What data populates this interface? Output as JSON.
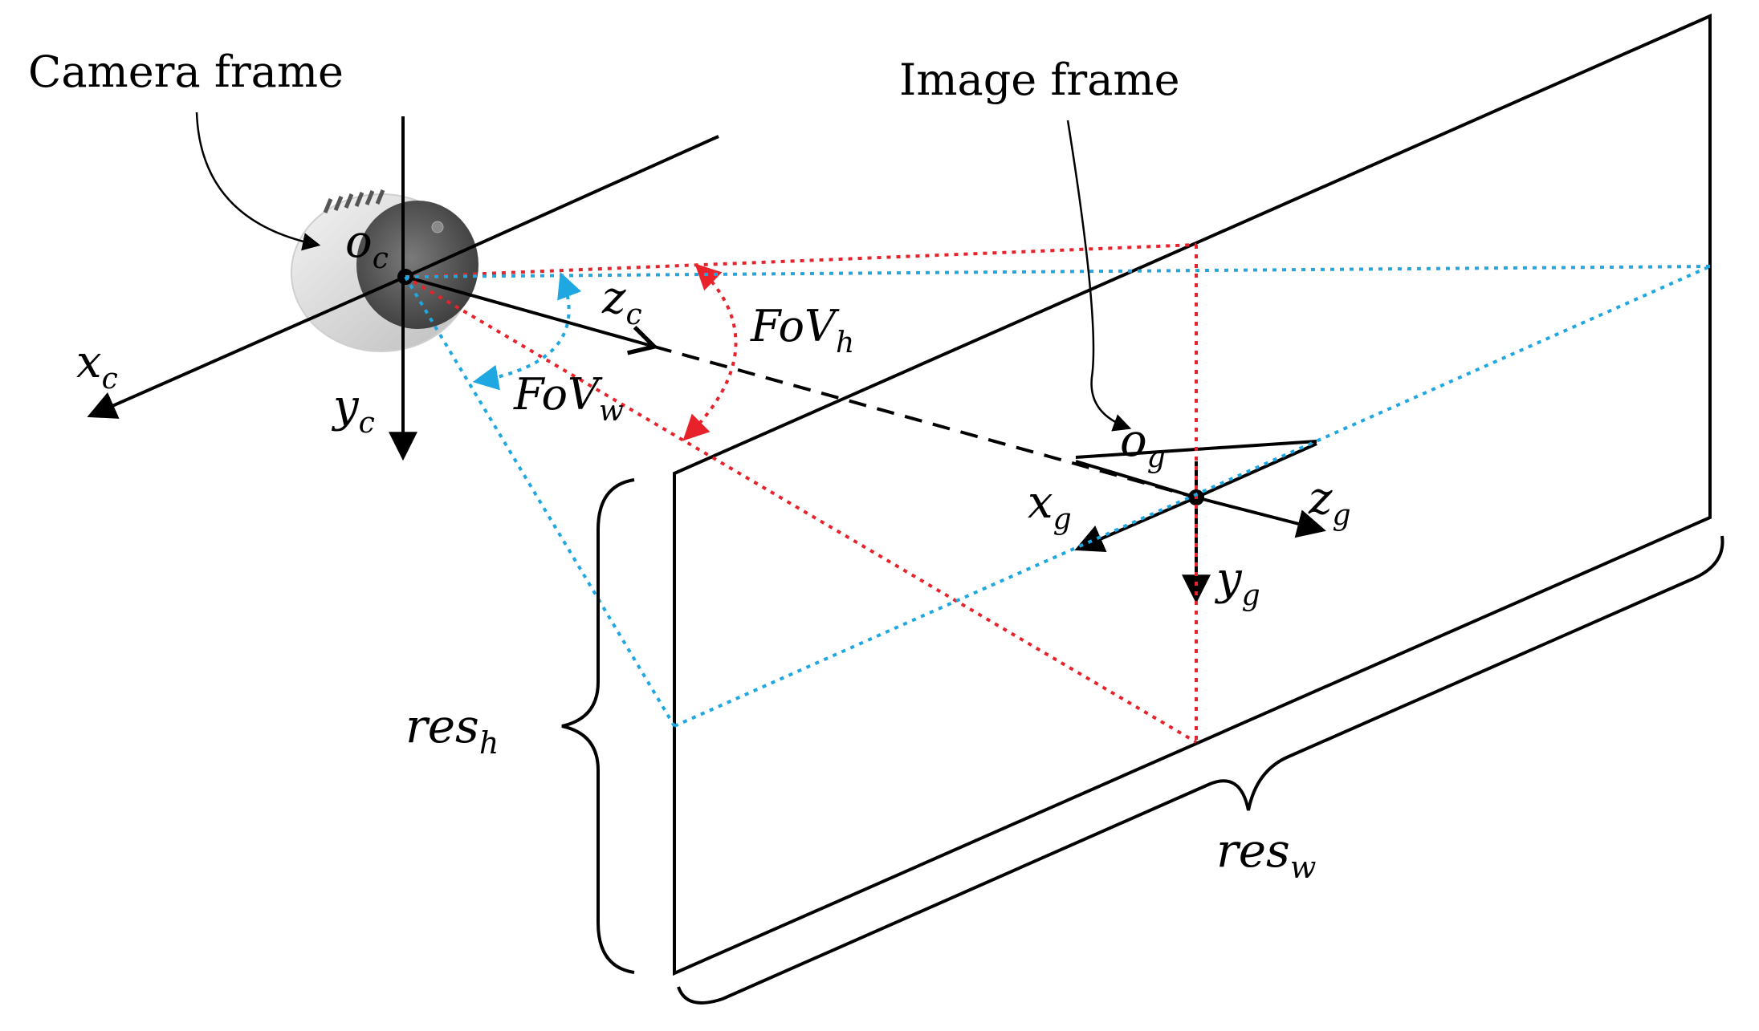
{
  "labels": {
    "camera_frame": "Camera frame",
    "image_frame": "Image frame"
  },
  "math": {
    "o_c": {
      "base": "o",
      "sub": "c"
    },
    "x_c": {
      "base": "x",
      "sub": "c"
    },
    "y_c": {
      "base": "y",
      "sub": "c"
    },
    "z_c": {
      "base": "z",
      "sub": "c"
    },
    "fov_h": {
      "base": "FoV",
      "sub": "h"
    },
    "fov_w": {
      "base": "FoV",
      "sub": "w"
    },
    "o_g": {
      "base": "o",
      "sub": "g"
    },
    "x_g": {
      "base": "x",
      "sub": "g"
    },
    "y_g": {
      "base": "y",
      "sub": "g"
    },
    "z_g": {
      "base": "z",
      "sub": "g"
    },
    "res_h": {
      "base": "res",
      "sub": "h"
    },
    "res_w": {
      "base": "res",
      "sub": "w"
    }
  },
  "colors": {
    "line": "#000000",
    "fov_height": "#e8222a",
    "fov_width": "#1ea7e0",
    "camera_body": "#d9d9d9",
    "camera_lens": "#5a5a5a"
  },
  "icons": {
    "camera": "camera-device-icon"
  }
}
